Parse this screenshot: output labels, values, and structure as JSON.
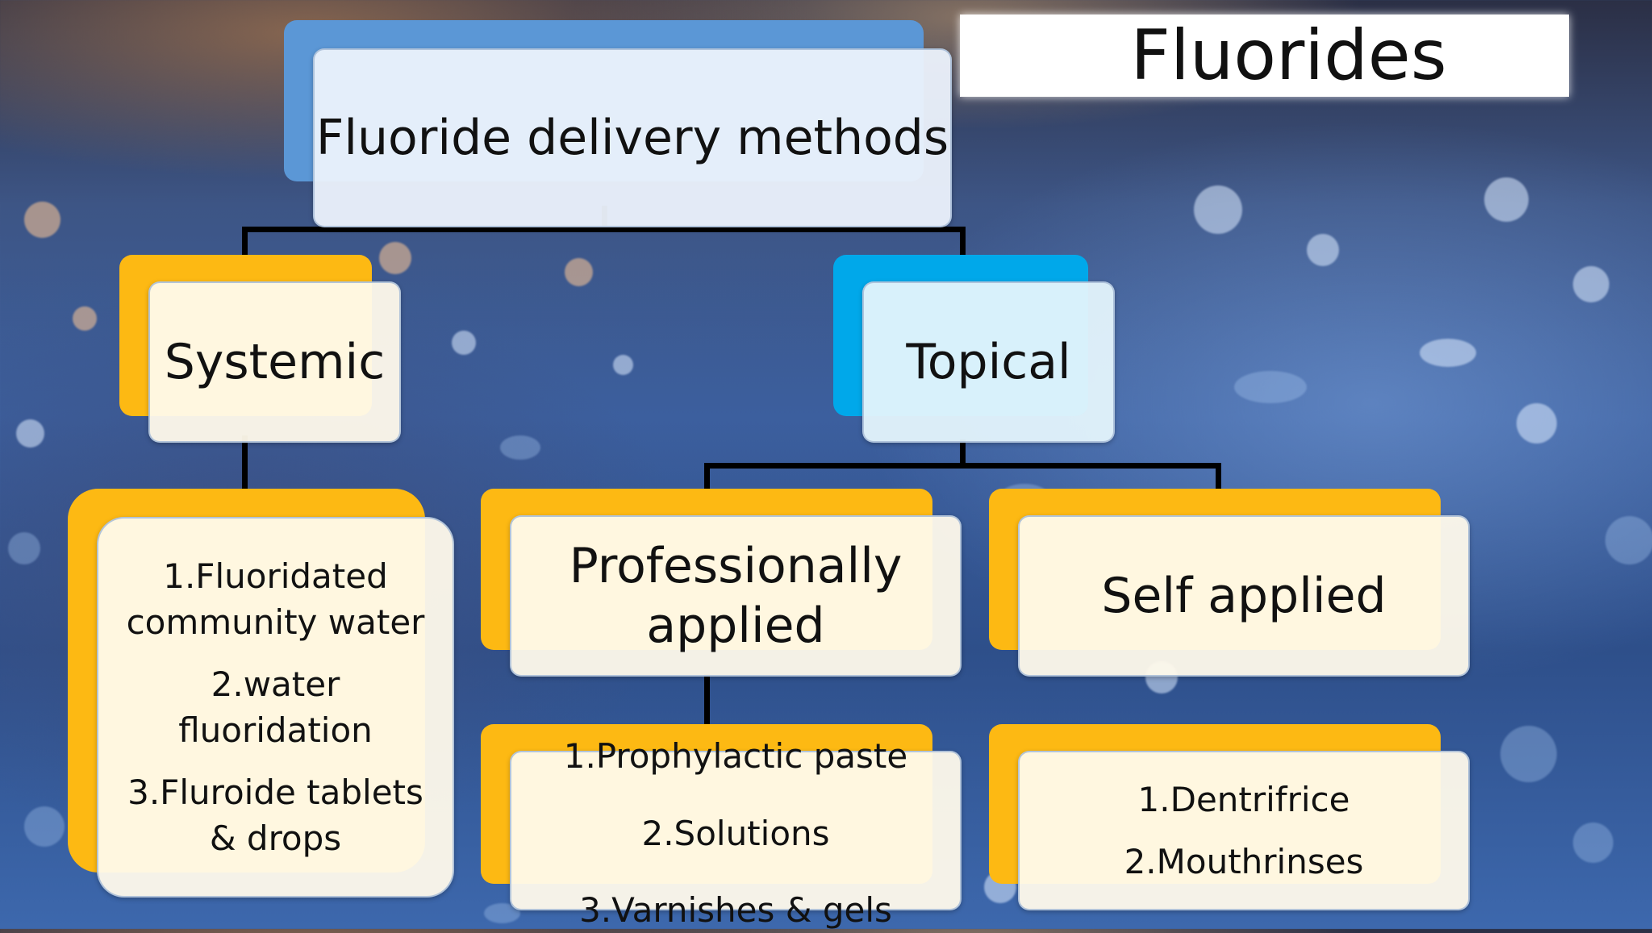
{
  "slide": {
    "title": "Fluorides"
  },
  "diagram": {
    "root": {
      "label": "Fluoride delivery methods"
    },
    "systemic": {
      "label": "Systemic",
      "items": [
        "1.Fluoridated community water",
        "2.water fluoridation",
        "3.Fluroide tablets & drops"
      ]
    },
    "topical": {
      "label": "Topical",
      "professional": {
        "label": "Professionally applied",
        "items": [
          "1.Prophylactic paste",
          "2.Solutions",
          "3.Varnishes & gels"
        ]
      },
      "self": {
        "label": "Self applied",
        "items": [
          "1.Dentrifrice",
          "2.Mouthrinses"
        ]
      }
    }
  },
  "colors": {
    "root_accent": "#5b97d6",
    "topical_accent": "#00a8ea",
    "branch_accent": "#fdb913",
    "connector": "#000000"
  }
}
